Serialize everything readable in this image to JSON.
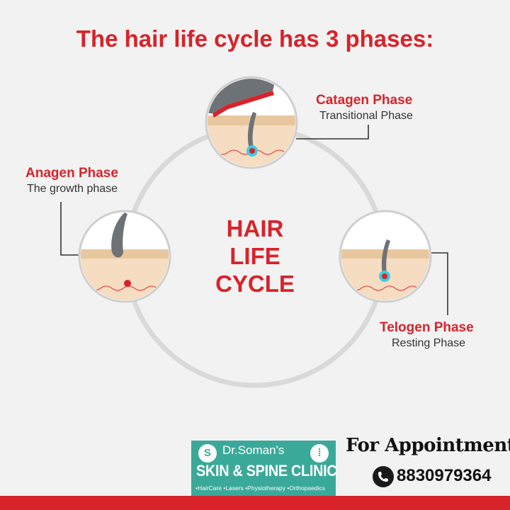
{
  "title": "The hair life cycle has 3 phases:",
  "center_label": [
    "HAIR",
    "LIFE",
    "CYCLE"
  ],
  "phases": {
    "catagen": {
      "name": "Catagen Phase",
      "subtitle": "Transitional Phase"
    },
    "anagen": {
      "name": "Anagen Phase",
      "subtitle": "The growth phase"
    },
    "telogen": {
      "name": "Telogen Phase",
      "subtitle": "Resting Phase"
    }
  },
  "clinic": {
    "top_line": "Dr.Soman's",
    "name": "SKIN & SPINE CLINIC",
    "services": "•HairCare •Lasers •Physiotherapy •Orthopaedics"
  },
  "appointment": {
    "heading": "For Appointment",
    "phone": "8830979364"
  },
  "icons": {
    "phone": "phone-icon",
    "skin_logo": "skin-s-icon",
    "spine_logo": "spine-icon"
  },
  "colors": {
    "accent_red": "#d8232a",
    "skin_beige": "#f6dcc0",
    "skin_band": "#e9c79e",
    "hair_gray": "#6d7276",
    "follicle_cyan": "#35d0e6",
    "logo_teal": "#3aa99a"
  }
}
